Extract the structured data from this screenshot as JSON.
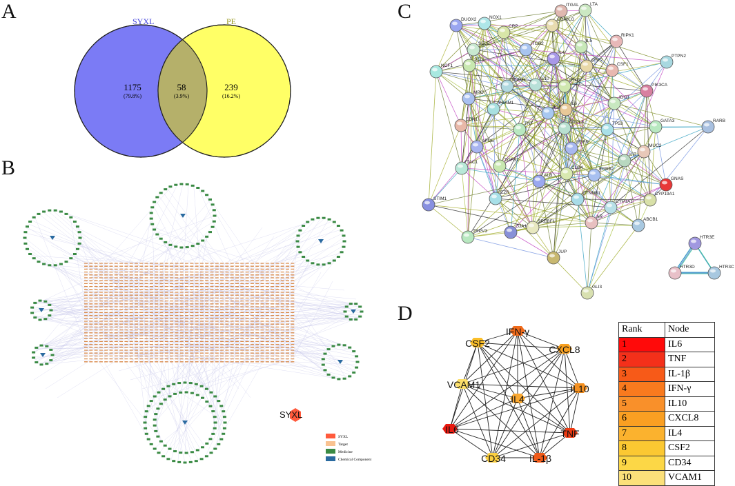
{
  "panel_labels": {
    "a": "A",
    "b": "B",
    "c": "C",
    "d": "D"
  },
  "venn": {
    "left_label": "SYXL",
    "right_label": "PE",
    "left_count": "1175",
    "left_pct": "(79.8%)",
    "center_count": "58",
    "center_pct": "(3.9%)",
    "right_count": "239",
    "right_pct": "(16.2%)",
    "colors": {
      "left": "#7b7bf5",
      "right": "#ffff66",
      "overlap": "#b5b06a"
    }
  },
  "network_b": {
    "center_label": "SYXL",
    "legend": [
      {
        "label": "SYXL",
        "color": "#ff5a3c"
      },
      {
        "label": "Target",
        "color": "#f9c290"
      },
      {
        "label": "Medicine",
        "color": "#3a8a44"
      },
      {
        "label": "Chemical Component",
        "color": "#2a6aa0"
      }
    ]
  },
  "ppi": {
    "nodes": [
      "ITGAL",
      "LTA",
      "DUOX2",
      "NOX1",
      "CRP",
      "CD40LG",
      "RIPK1",
      "SELE",
      "IL5",
      "ITGB2",
      "IL4",
      "PTPN2",
      "NCF1",
      "SELL",
      "CSF2",
      "CSF1",
      "ICAM1",
      "IL10",
      "IFNG",
      "MPO",
      "IDO1",
      "PIK3CA",
      "VCAM1",
      "IL1B",
      "IL6",
      "EDN1",
      "TNF",
      "CXCL8",
      "GATA3",
      "TP53",
      "RARB",
      "APOE",
      "EGFR",
      "MUC2",
      "TGFB1",
      "KIT",
      "TAC1",
      "CD34",
      "ERBB2",
      "ALB",
      "GNAS",
      "STIM1",
      "EZR",
      "CTNNB1",
      "CYP19A1",
      "CYP1A1",
      "ABCB1",
      "AR",
      "TRPV3",
      "GJA1",
      "SREBF1",
      "JUP",
      "GLI3",
      "HTR3E",
      "HTR3D",
      "HTR3C"
    ]
  },
  "hub": {
    "nodes": [
      {
        "label": "IFN-γ",
        "color": "#f06a1a"
      },
      {
        "label": "CXCL8",
        "color": "#f8a020"
      },
      {
        "label": "IL10",
        "color": "#f49020"
      },
      {
        "label": "TNF",
        "color": "#ee3a12"
      },
      {
        "label": "IL-1β",
        "color": "#f05a18"
      },
      {
        "label": "CD34",
        "color": "#fcd040"
      },
      {
        "label": "IL6",
        "color": "#e81a10"
      },
      {
        "label": "VCAM1",
        "color": "#fcdf6a"
      },
      {
        "label": "CSF2",
        "color": "#fbbf2a"
      },
      {
        "label": "IL4",
        "color": "#faa830"
      }
    ],
    "table": {
      "header": [
        "Rank",
        "Node"
      ],
      "rows": [
        {
          "rank": "1",
          "node": "IL6",
          "color": "#ff0a0a"
        },
        {
          "rank": "2",
          "node": "TNF",
          "color": "#f4301a"
        },
        {
          "rank": "3",
          "node": "IL-1β",
          "color": "#f75a18"
        },
        {
          "rank": "4",
          "node": "IFN-γ",
          "color": "#f97a1e"
        },
        {
          "rank": "5",
          "node": "IL10",
          "color": "#f9902a"
        },
        {
          "rank": "6",
          "node": "CXCL8",
          "color": "#fa9f22"
        },
        {
          "rank": "7",
          "node": "IL4",
          "color": "#fbb22e"
        },
        {
          "rank": "8",
          "node": "CSF2",
          "color": "#fbc832"
        },
        {
          "rank": "9",
          "node": "CD34",
          "color": "#fcd746"
        },
        {
          "rank": "10",
          "node": "VCAM1",
          "color": "#fbe07a"
        }
      ]
    }
  }
}
